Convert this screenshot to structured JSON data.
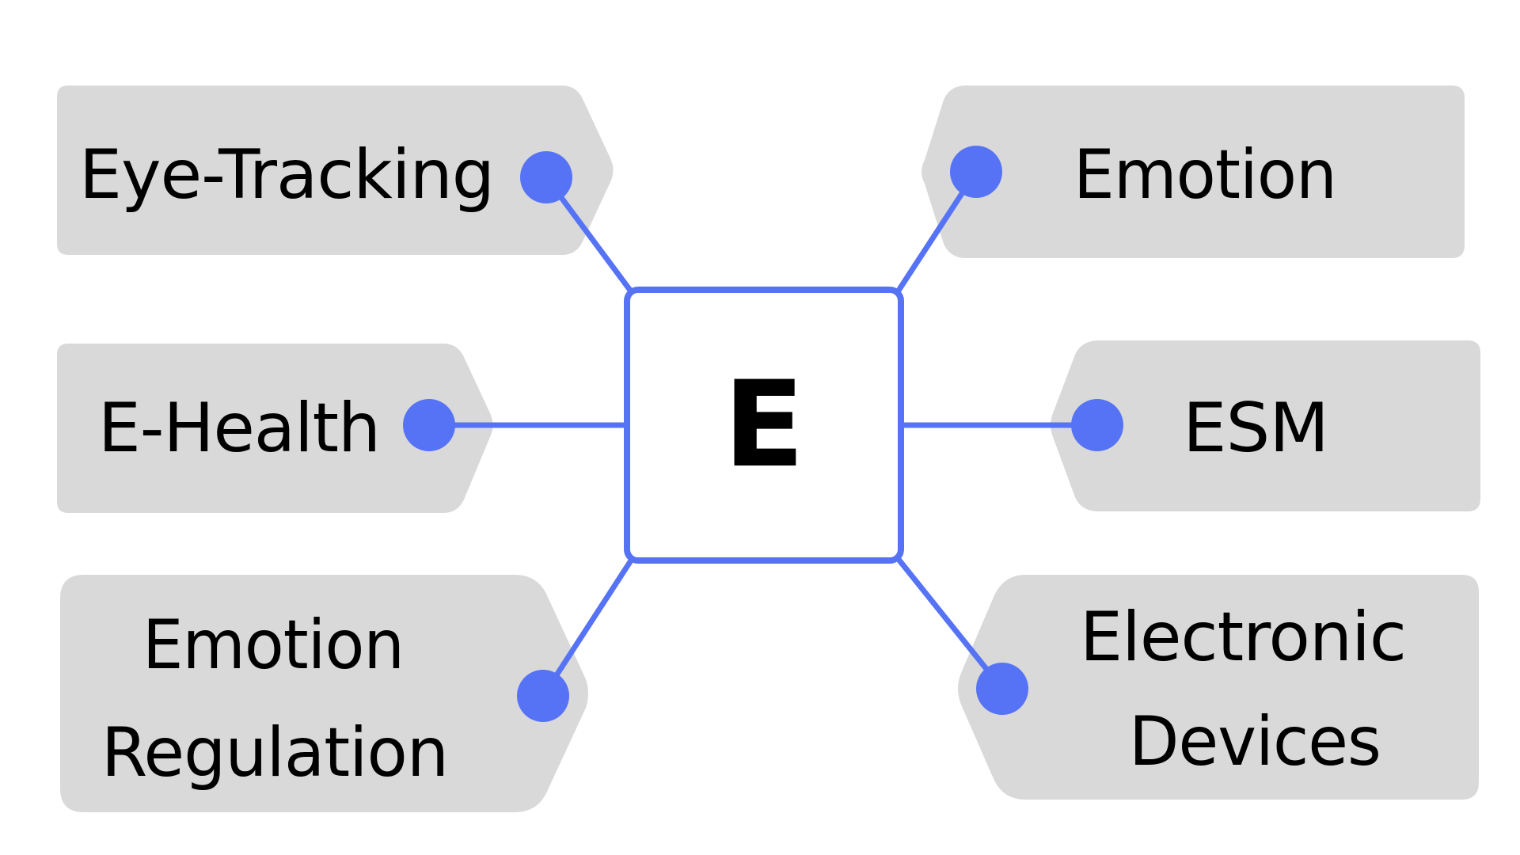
{
  "colors": {
    "accent": "#5673F5",
    "label_background": "#D9D9D9",
    "center_background": "#FFFFFF",
    "text": "#000000"
  },
  "center": {
    "letter": "E"
  },
  "nodes": [
    {
      "id": "eye-tracking",
      "lines": [
        "Eye-Tracking"
      ]
    },
    {
      "id": "e-health",
      "lines": [
        "E-Health"
      ]
    },
    {
      "id": "emotion-regulation",
      "lines": [
        "Emotion",
        "Regulation"
      ]
    },
    {
      "id": "emotion",
      "lines": [
        "Emotion"
      ]
    },
    {
      "id": "esm",
      "lines": [
        "ESM"
      ]
    },
    {
      "id": "electronic-devices",
      "lines": [
        "Electronic",
        "Devices"
      ]
    }
  ]
}
